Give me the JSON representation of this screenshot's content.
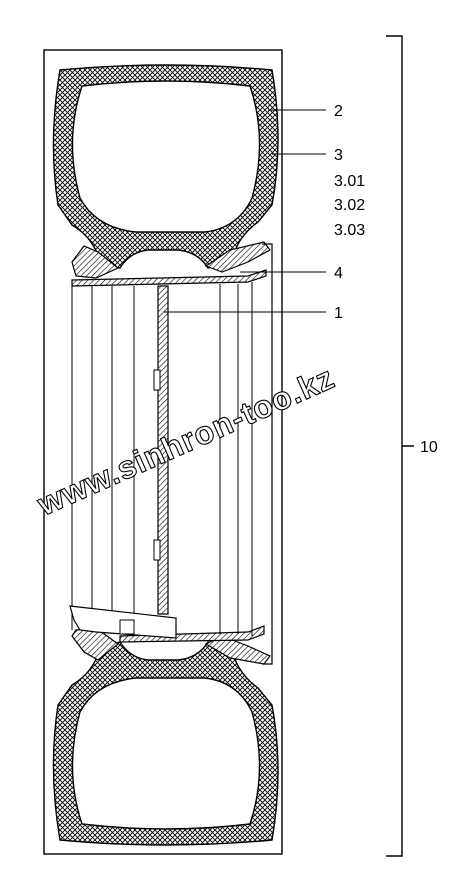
{
  "diagram": {
    "labels": {
      "l2": "2",
      "l3": "3",
      "l301": "3.01",
      "l302": "3.02",
      "l303": "3.03",
      "l4": "4",
      "l1": "1",
      "l10": "10"
    },
    "watermark": "www.sinhron-too.kz"
  }
}
